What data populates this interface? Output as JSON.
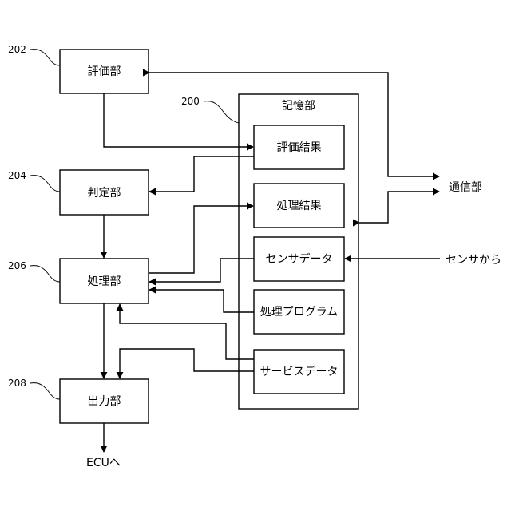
{
  "blocks": {
    "evaluation_unit": "評価部",
    "judgment_unit": "判定部",
    "processing_unit": "処理部",
    "output_unit": "出力部"
  },
  "storage": {
    "title": "記憶部",
    "items": {
      "evaluation_result": "評価結果",
      "processing_result": "処理結果",
      "sensor_data": "センサデータ",
      "processing_program": "処理プログラム",
      "service_data": "サービスデータ"
    }
  },
  "external": {
    "communication_unit": "通信部",
    "from_sensor": "センサから",
    "to_ecu": "ECUへ"
  },
  "refs": {
    "evaluation_unit": "202",
    "storage": "200",
    "judgment_unit": "204",
    "processing_unit": "206",
    "output_unit": "208"
  }
}
